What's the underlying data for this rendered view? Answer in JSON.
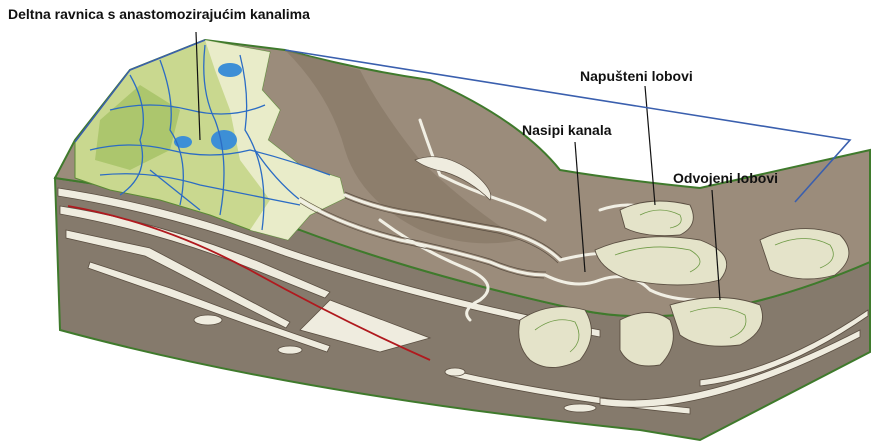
{
  "labels": {
    "delta_plain": "Deltna ravnica s anastomozirajućim kanalima",
    "abandoned_lobes": "Napušteni lobovi",
    "channel_levees": "Nasipi kanala",
    "detached_lobes": "Odvojeni lobovi"
  },
  "colors": {
    "surface": "#9b8c7b",
    "surface_dark": "#877867",
    "front_face": "#857a6c",
    "strata_light": "#efecdf",
    "plain_green": "#c9d88f",
    "plain_green_dark": "#9fbf5e",
    "plain_pale": "#eef0d4",
    "water_blue": "#2b6cc4",
    "lake_blue": "#3d8fd6",
    "outline_blue": "#3a5fae",
    "edge_green": "#3f7a2c",
    "lobe_fill": "#e4e3c9",
    "channel_red": "#b0191e"
  }
}
